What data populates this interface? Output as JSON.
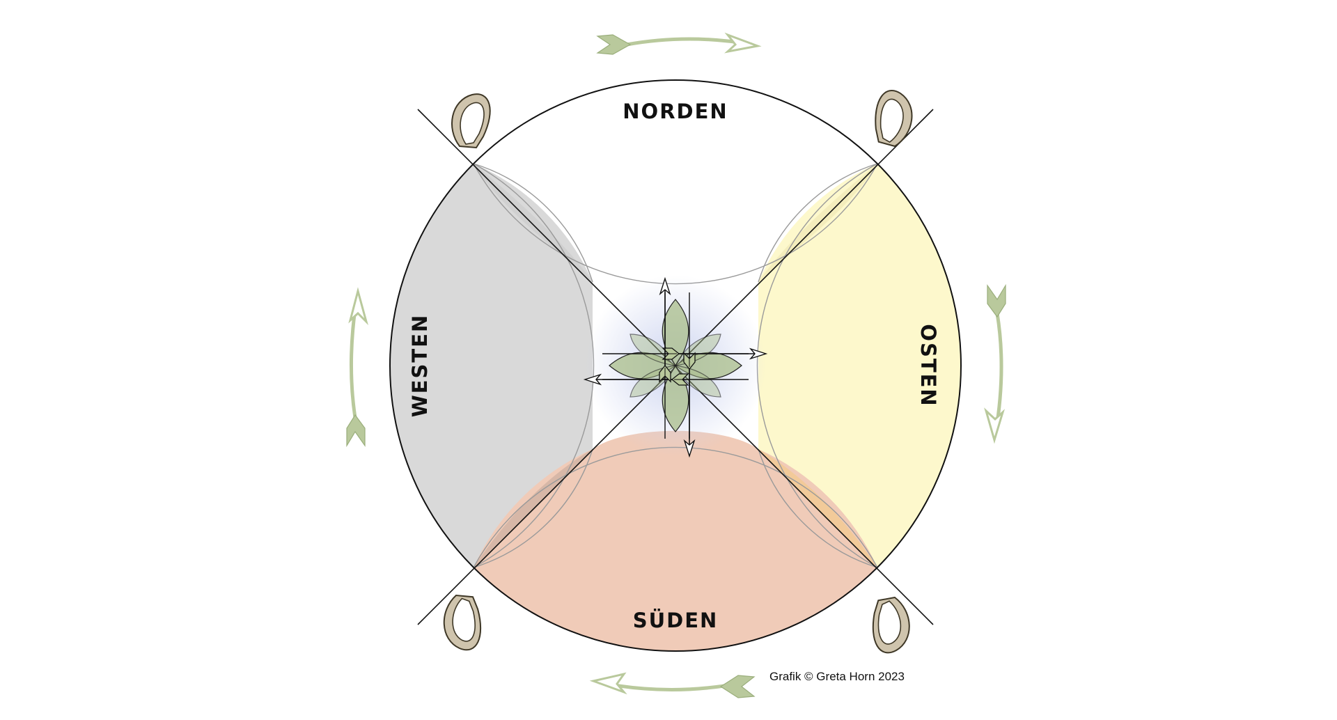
{
  "labels": {
    "north": "NORDEN",
    "east": "OSTEN",
    "south": "SÜDEN",
    "west": "WESTEN"
  },
  "credit": "Grafik © Greta Horn 2023",
  "colors": {
    "background": "#ffffff",
    "west_fill": "#d9d9d9",
    "east_fill": "#fdf8cc",
    "south_fill": "#f0cbb8",
    "center_glow": "#c8d0ee",
    "petal_fill": "#a9bd8a",
    "arrow_green": "#b9c99c",
    "arrow_stroke": "#8fa36e",
    "hook_fill": "#cfc4ad",
    "hook_stroke": "#6b5e45",
    "line": "#111111",
    "arc_line": "#9a9a9a"
  },
  "icons": {
    "rotation_arrow": "curved-arrow-icon",
    "center_arrow": "fletched-arrow-icon",
    "corner_hook": "hook-icon"
  }
}
